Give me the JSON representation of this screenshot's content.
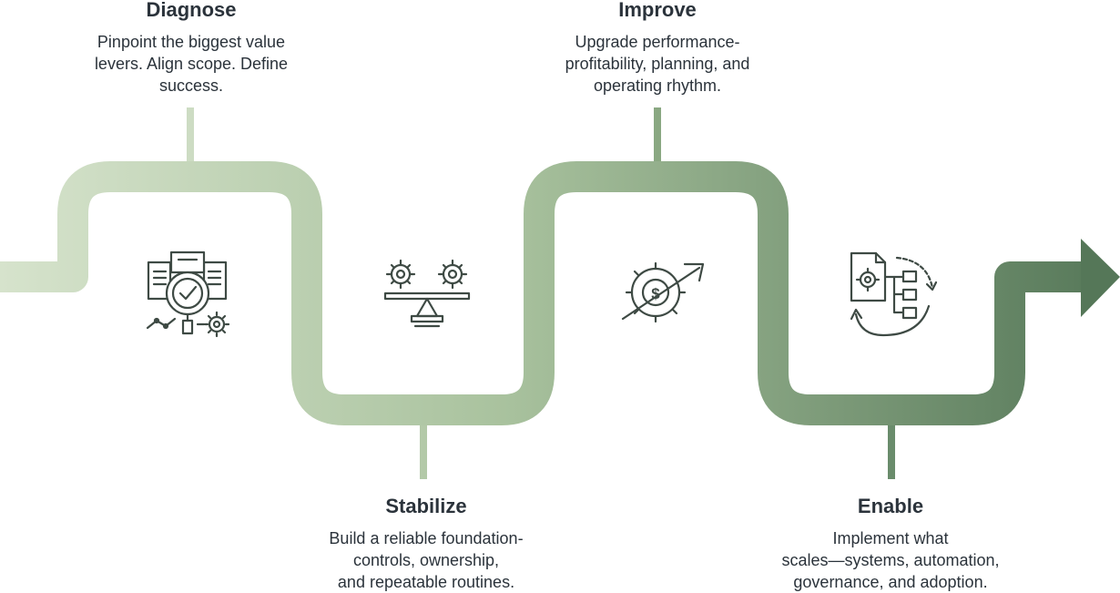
{
  "stages": {
    "diagnose": {
      "title": "Diagnose",
      "description": "Pinpoint the biggest value\nlevers. Align scope. Define\nsuccess.",
      "icon": "magnifier-checkmark-icon"
    },
    "stabilize": {
      "title": "Stabilize",
      "description": "Build a reliable foundation-\ncontrols, ownership,\nand repeatable routines.",
      "icon": "balance-scale-gears-icon"
    },
    "improve": {
      "title": "Improve",
      "description": "Upgrade performance-\nprofitability, planning, and\noperating rhythm.",
      "icon": "dollar-gear-growth-icon"
    },
    "enable": {
      "title": "Enable",
      "description": "Implement what\nscales—systems, automation,\ngovernance, and adoption.",
      "icon": "workflow-cycle-icon"
    }
  },
  "colors": {
    "path_start": "#d6e3cc",
    "path_mid": "#9db893",
    "path_end": "#587a5c",
    "icon_stroke": "#3e4a44",
    "text": "#2b333b"
  }
}
